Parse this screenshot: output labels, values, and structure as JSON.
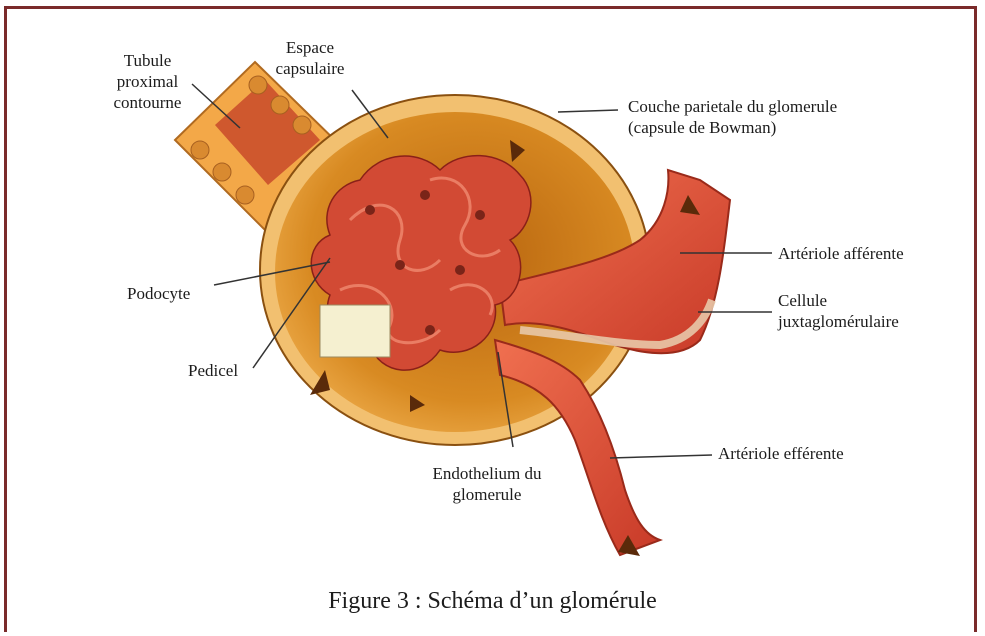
{
  "labels": {
    "tubule": "Tubule\nproximal\ncontourne",
    "espace": "Espace\ncapsulaire",
    "couche": "Couche parietale du glomerule\n(capsule de Bowman)",
    "afferente": "Artériole afférente",
    "cellule": "Cellule\njuxtaglomérulaire",
    "efferente": "Artériole efférente",
    "endothelium": "Endothelium du\nglomerule",
    "podocyte": "Podocyte",
    "pedicel": "Pedicel"
  },
  "caption": "Figure 3 : Schéma d’un glomérule",
  "colors": {
    "border": "#7a2a2a",
    "capsule": "#d98a1e",
    "capsule_dark": "#9a5a10",
    "vessel": "#e0523a",
    "capillary": "#c43a2a",
    "tubule": "#f0a040"
  }
}
